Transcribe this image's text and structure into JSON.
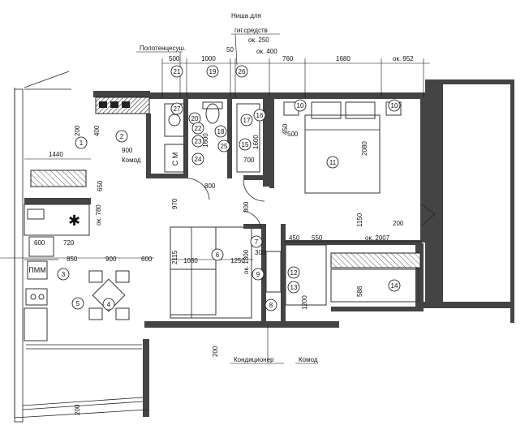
{
  "labels": {
    "niche": "Ниша для",
    "niche2": "гиг.средств",
    "niche_ok250": "ок. 250",
    "towel": "Полотенцесуш.",
    "komod1": "Комод",
    "komod2": "Комод",
    "conditioner": "Кондиционер",
    "pmm": "ПММ",
    "sm": "С М"
  },
  "dims_top": [
    "500",
    "1000",
    "50",
    "ок. 400",
    "760",
    "1680",
    "ок. 952"
  ],
  "dims": {
    "d200a": "200",
    "d400": "400",
    "d900": "900",
    "d1440": "1440",
    "d650": "650",
    "d780": "ок. 780",
    "d600a": "600",
    "d720": "720",
    "d850": "850",
    "d900b": "900",
    "d600b": "600",
    "d450a": "450",
    "d500": "500",
    "d1600a": "1600",
    "d1600b": "1600",
    "d700": "700",
    "d800a": "800",
    "d970": "970",
    "d800b": "800",
    "d2080": "2080",
    "d1150": "1150",
    "d200b": "200",
    "d450b": "450",
    "d550": "550",
    "d2007": "ок. 2007",
    "d2115": "2115",
    "d1030": "1030",
    "d1250": "1250",
    "d1800": "ок. 1800",
    "d300": "300",
    "d1200": "1200",
    "d588": "588",
    "d200c": "200",
    "d200d": "200"
  },
  "items": [
    "1",
    "2",
    "3",
    "4",
    "5",
    "6",
    "7",
    "8",
    "9",
    "10",
    "10",
    "11",
    "12",
    "13",
    "14",
    "15",
    "16",
    "17",
    "18",
    "19",
    "20",
    "21",
    "22",
    "23",
    "24",
    "25",
    "26",
    "27"
  ]
}
